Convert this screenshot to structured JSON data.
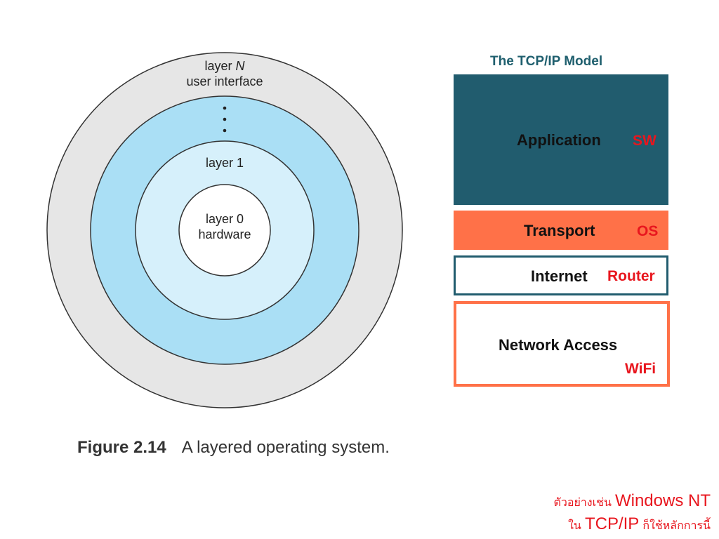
{
  "onion_diagram": {
    "layer_n_label": "layer",
    "layer_n_var": "N",
    "layer_n_sub": "user interface",
    "layer_1_label": "layer 1",
    "layer_0_label": "layer 0",
    "layer_0_sub": "hardware",
    "caption_number": "Figure 2.14",
    "caption_text": "A layered operating system.",
    "colors": {
      "outer_ring": "#e6e6e6",
      "middle_ring": "#aadff5",
      "inner_ring": "#d6f0fb",
      "core": "#ffffff",
      "stroke": "#333333"
    }
  },
  "tcp_model": {
    "title": "The TCP/IP Model",
    "layers": [
      {
        "name": "Application",
        "tag": "SW",
        "fill": "#215c6e"
      },
      {
        "name": "Transport",
        "tag": "OS",
        "fill": "#ff7148"
      },
      {
        "name": "Internet",
        "tag": "Router",
        "border": "#215c6e"
      },
      {
        "name": "Network Access",
        "tag": "WiFi",
        "border": "#ff7148"
      }
    ]
  },
  "note": {
    "line1_thai": "ตัวอย่างเช่น",
    "line1_big": "Windows NT",
    "line2_thai_a": "ใน",
    "line2_big": "TCP/IP",
    "line2_thai_b": "ก็ใช้หลักการนี้"
  }
}
